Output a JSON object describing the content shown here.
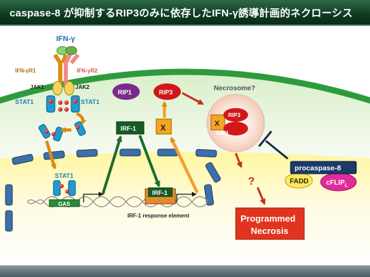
{
  "title": "caspase-8 が抑制するRIP3のみに依存したIFN-γ誘導計画的ネクローシス",
  "labels": {
    "ifn_gamma": "IFN-γ",
    "ifngr1": "IFN-γR1",
    "ifngr2": "IFN-γR2",
    "jak1": "JAK1",
    "jak2": "JAK2",
    "stat1_left": "STAT1",
    "stat1_right": "STAT1",
    "stat1_nucleus": "STAT1",
    "gas": "GAS",
    "irf1_cytoplasm": "IRF-1",
    "irf1_gene": "IRF-1",
    "irf1_response_element": "IRF-1 response element",
    "rip1": "RIP1",
    "rip3_free": "RIP3",
    "x_cytoplasm": "X",
    "necrosome": "Necrosome?",
    "x_necrosome": "X",
    "rip3_top": "RIP3",
    "rip3_bottom": "RIP3",
    "question_mark": "?",
    "programmed_necrosis_line1": "Programmed",
    "programmed_necrosis_line2": "Necrosis",
    "procaspase8": "procaspase-8",
    "fadd": "FADD",
    "cflip": "cFLIP",
    "cflip_sub": "L"
  }
}
